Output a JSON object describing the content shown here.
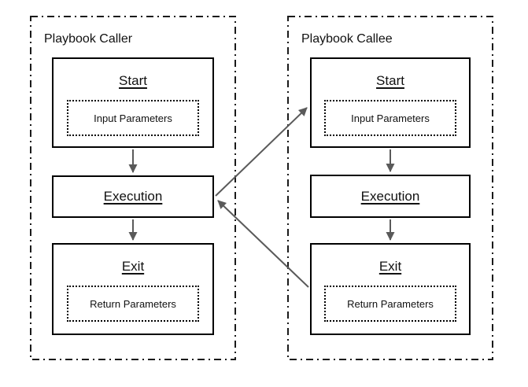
{
  "colors": {
    "arrow": "#5a5a5a",
    "frame_border": "#1a1a1a",
    "box_border": "#000000",
    "background": "#ffffff"
  },
  "caller": {
    "title": "Playbook Caller",
    "nodes": {
      "start": {
        "label": "Start",
        "param": "Input Parameters"
      },
      "execution": {
        "label": "Execution"
      },
      "exit": {
        "label": "Exit",
        "param": "Return Parameters"
      }
    }
  },
  "callee": {
    "title": "Playbook Callee",
    "nodes": {
      "start": {
        "label": "Start",
        "param": "Input Parameters"
      },
      "execution": {
        "label": "Execution"
      },
      "exit": {
        "label": "Exit",
        "param": "Return Parameters"
      }
    }
  },
  "edges": [
    {
      "from": "caller.start",
      "to": "caller.execution"
    },
    {
      "from": "caller.execution",
      "to": "caller.exit"
    },
    {
      "from": "callee.start",
      "to": "callee.execution"
    },
    {
      "from": "callee.execution",
      "to": "callee.exit"
    },
    {
      "from": "caller.execution",
      "to": "callee.start"
    },
    {
      "from": "callee.exit",
      "to": "caller.execution"
    }
  ]
}
